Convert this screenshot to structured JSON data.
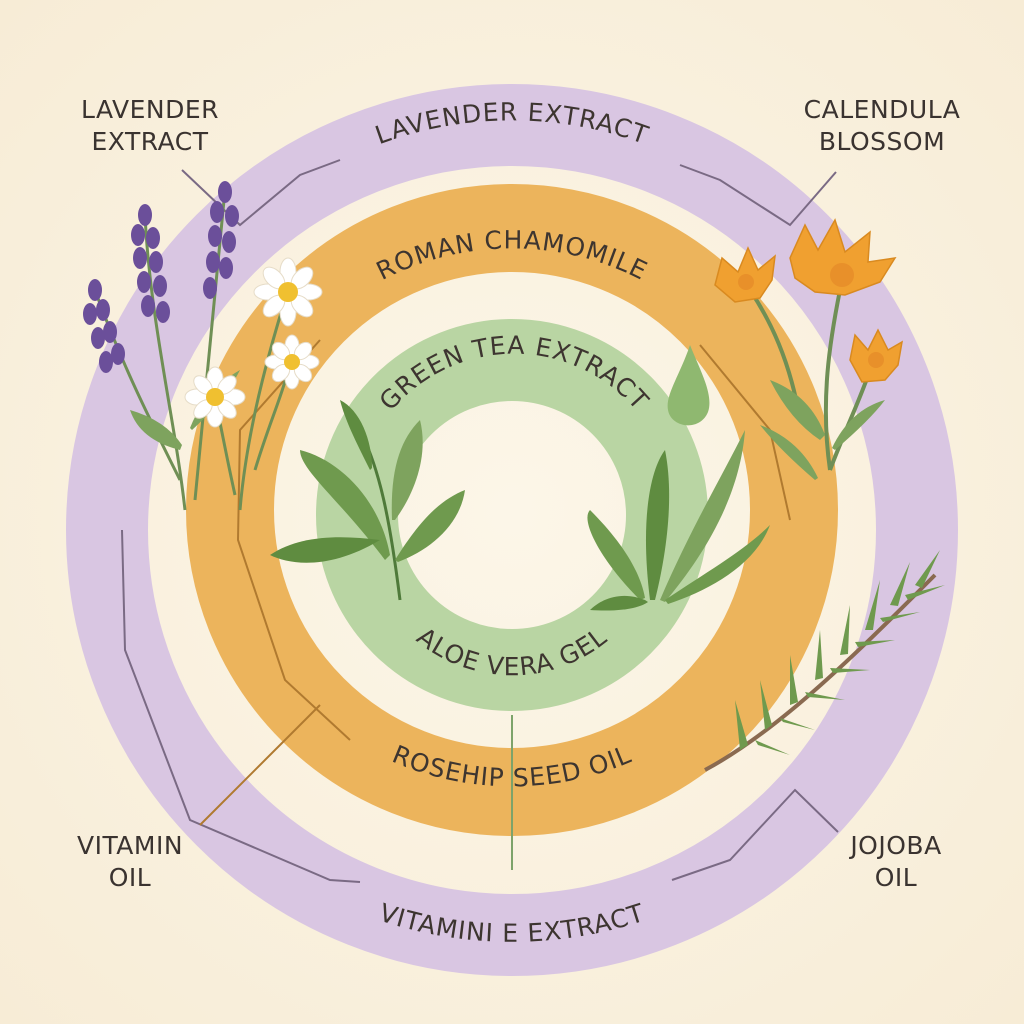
{
  "corner_labels": {
    "top_left": [
      "LAVENDER",
      "EXTRACT"
    ],
    "top_right": [
      "CALENDULA",
      "BLOSSOM"
    ],
    "bottom_left": [
      "VITAMIN",
      "OIL"
    ],
    "bottom_right": [
      "JOJOBA",
      "OIL"
    ]
  },
  "rings": {
    "outer": {
      "top_label": "LAVENDER EXTRACT",
      "bottom_label": "VITAMINI E EXTRACT",
      "color": "#d9c6e2"
    },
    "middle": {
      "top_label": "ROMAN CHAMOMILE",
      "bottom_label": "ROSEHIP SEED OIL",
      "color": "#ecb45c"
    },
    "inner": {
      "top_label": "GREEN TEA EXTRACT",
      "bottom_label": "ALOE VERA GEL",
      "color": "#b9d5a3"
    }
  },
  "colors": {
    "background": "#f8eedb",
    "outer_line": "#7a6a84",
    "middle_line": "#b07a30",
    "inner_line": "#7da36a",
    "lavender": "#6b4f9a",
    "calendula": "#f0a030",
    "leaf": "#6f9a4e"
  },
  "icons": [
    "lavender-sprig-icon",
    "chamomile-flower-icon",
    "calendula-flower-icon",
    "green-tea-leaf-icon",
    "aloe-vera-icon",
    "water-drop-icon",
    "rosemary-sprig-icon"
  ]
}
